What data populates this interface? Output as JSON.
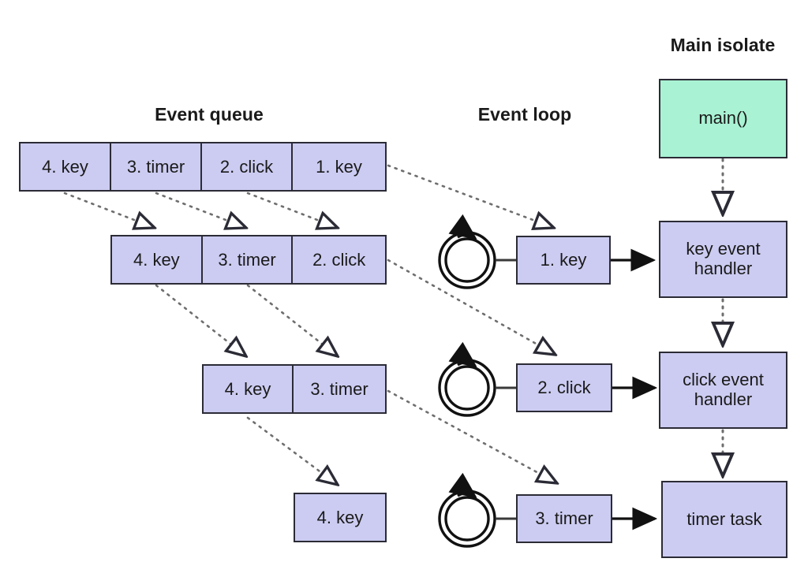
{
  "diagram": {
    "title_columns": {
      "event_queue": "Event queue",
      "event_loop": "Event loop",
      "main_isolate": "Main isolate"
    },
    "queue_rows": [
      {
        "id": "queue-row-1",
        "cells": [
          "4. key",
          "3. timer",
          "2. click",
          "1. key"
        ]
      },
      {
        "id": "queue-row-2",
        "cells": [
          "4. key",
          "3. timer",
          "2. click"
        ]
      },
      {
        "id": "queue-row-3",
        "cells": [
          "4. key",
          "3. timer"
        ]
      },
      {
        "id": "queue-row-4",
        "cells": [
          "4. key"
        ]
      }
    ],
    "event_loop_nodes": [
      {
        "id": "loop-node-1",
        "label": "1. key"
      },
      {
        "id": "loop-node-2",
        "label": "2. click"
      },
      {
        "id": "loop-node-3",
        "label": "3. timer"
      }
    ],
    "main_isolate_nodes": [
      {
        "id": "main-node",
        "label": "main()",
        "color": "#a9f2d4"
      },
      {
        "id": "key-event-handler",
        "label": "key event\nhandler",
        "color": "#ccccf2"
      },
      {
        "id": "click-event-handler",
        "label": "click event\nhandler",
        "color": "#ccccf2"
      },
      {
        "id": "timer-task",
        "label": "timer task",
        "color": "#ccccf2"
      }
    ],
    "loop_icons": [
      {
        "id": "event-loop-icon-1"
      },
      {
        "id": "event-loop-icon-2"
      },
      {
        "id": "event-loop-icon-3"
      }
    ],
    "colors": {
      "box_blue": "#ccccf2",
      "box_green": "#a9f2d4",
      "stroke": "#2b2b36",
      "text": "#1a1a1a",
      "dotted": "#777777",
      "background": "#ffffff"
    }
  }
}
